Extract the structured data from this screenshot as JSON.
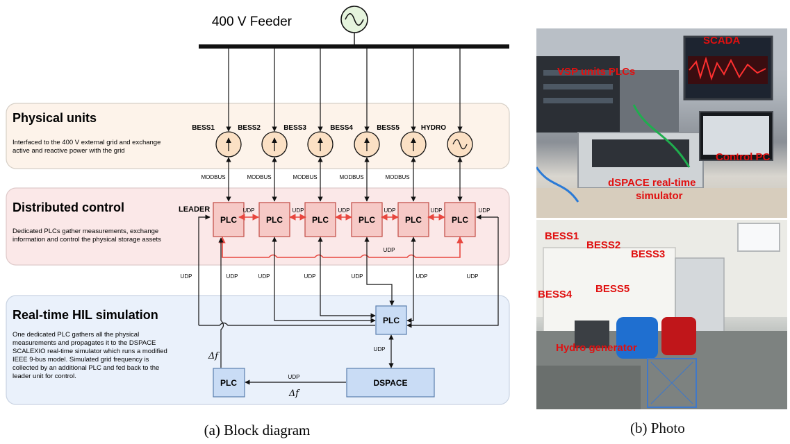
{
  "feeder_label": "400 V Feeder",
  "sections": {
    "physical": {
      "title": "Physical units",
      "desc1": "Interfaced to the 400 V external grid and exchange",
      "desc2": "active and reactive power with the grid"
    },
    "control": {
      "title": "Distributed control",
      "desc1": "Dedicated PLCs gather measurements, exchange",
      "desc2": "information and control the physical storage assets"
    },
    "hil": {
      "title": "Real-time HIL simulation",
      "desc": [
        "One dedicated PLC gathers all the physical",
        "measurements and propagates it to the DSPACE",
        "SCALEXIO real-time simulator which runs a modified",
        "IEEE 9-bus model. Simulated grid frequency is",
        "collected by an additional PLC and fed back to the",
        "leader unit for control."
      ]
    }
  },
  "units": [
    "BESS1",
    "BESS2",
    "BESS3",
    "BESS4",
    "BESS5",
    "HYDRO"
  ],
  "modbus_label": "MODBUS",
  "udp_label": "UDP",
  "leader_label": "LEADER",
  "plc_label": "PLC",
  "dspace_label": "DSPACE",
  "delta_f": "Δf",
  "captions": {
    "a": "(a) Block diagram",
    "b": "(b) Photo"
  },
  "photo_labels": {
    "scada": "SCADA",
    "vsp": "VSP units PLCs",
    "control_pc": "Control PC",
    "dspace1": "dSPACE real-time",
    "dspace2": "simulator",
    "bess1": "BESS1",
    "bess2": "BESS2",
    "bess3": "BESS3",
    "bess4": "BESS4",
    "bess5": "BESS5",
    "hydro": "Hydro generator"
  },
  "colors": {
    "physical_bg": "#fdf3ea",
    "control_bg": "#fbe8e8",
    "hil_bg": "#eaf1fb",
    "plc_red": "#f6c9c6",
    "plc_blue": "#c9dcf5",
    "red_link": "#e8473f",
    "unit_circle": "#fbe0c4",
    "photo_label": "#e01010"
  }
}
